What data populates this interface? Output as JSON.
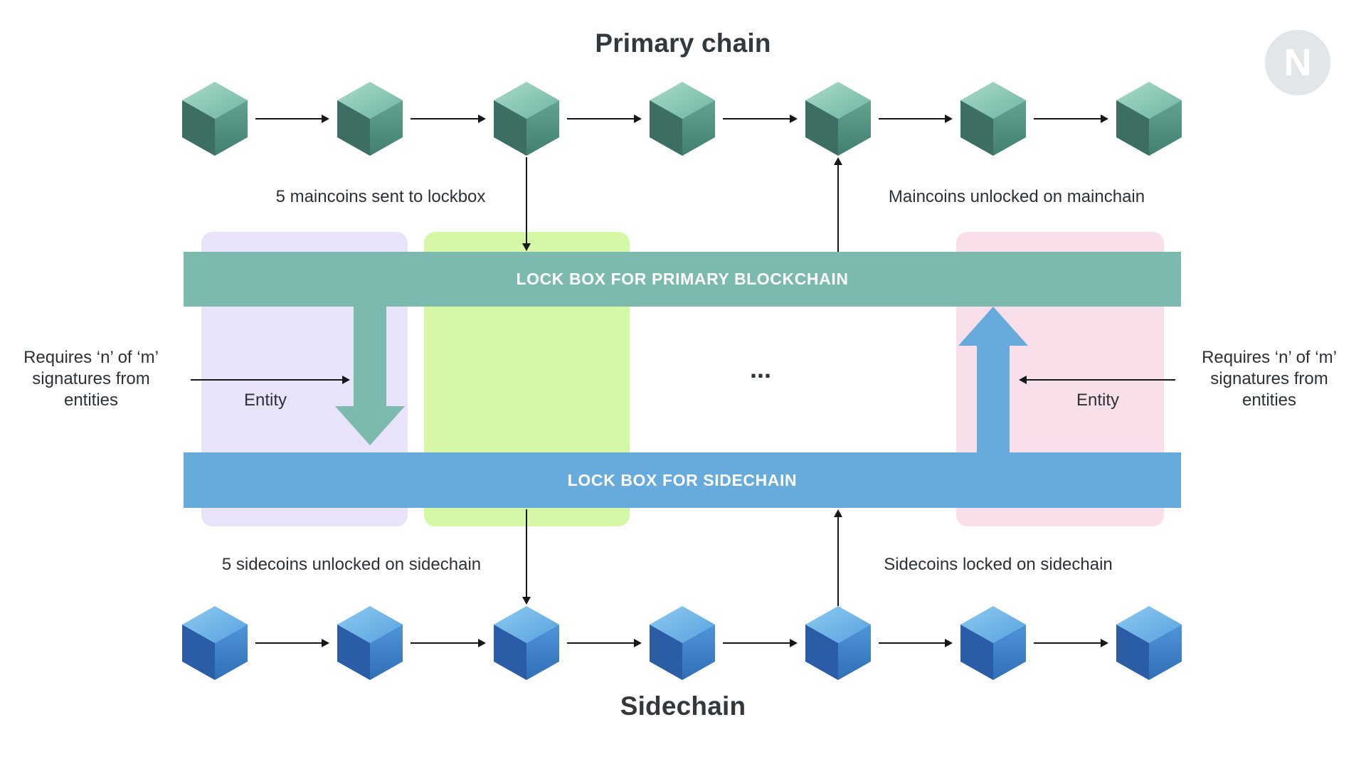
{
  "titles": {
    "primary": "Primary chain",
    "sidechain": "Sidechain"
  },
  "logo": {
    "letter": "N"
  },
  "primary_chain": {
    "block_count": 7,
    "cube_colors": {
      "top_light": "#a9dcc9",
      "top_dark": "#6fb4a2",
      "left": "#3c6e64",
      "right_light": "#63a191",
      "right_dark": "#417f70"
    }
  },
  "sidechain_chain": {
    "block_count": 7,
    "cube_colors": {
      "top_light": "#8fcaf1",
      "top_dark": "#55a2df",
      "left": "#2a5da5",
      "right_light": "#4f94d8",
      "right_dark": "#2f6fb6"
    }
  },
  "lockboxes": {
    "primary": {
      "label": "LOCK BOX FOR PRIMARY BLOCKCHAIN",
      "color": "#7cb9ae"
    },
    "sidechain": {
      "label": "LOCK BOX FOR SIDECHAIN",
      "color": "#67abdd"
    }
  },
  "regions": {
    "entity_left_color": "#e9e3f9",
    "middle_color": "#d6f7a6",
    "entity_right_color": "#f9dfe9"
  },
  "labels": {
    "maincoins_sent": "5 maincoins sent to lockbox",
    "maincoins_unlocked": "Maincoins unlocked on mainchain",
    "sidecoins_unlocked": "5 sidecoins unlocked on sidechain",
    "sidecoins_locked": "Sidecoins locked on sidechain",
    "requires_signatures": "Requires ‘n’ of ‘m’ signatures from entities",
    "entity_left": "Entity",
    "entity_right": "Entity",
    "ellipsis": "..."
  }
}
